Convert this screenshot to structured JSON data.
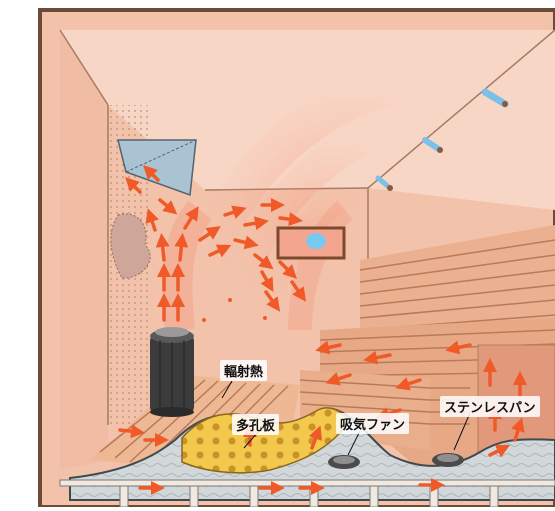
{
  "title_fragment": "",
  "labels": {
    "radiant_heat": "輻射熱",
    "perforated_board": "多孔板",
    "intake_fan": "吸気ファン",
    "stainless_pan": "ステンレスパン"
  },
  "icons": [
    "heater-stove-icon",
    "air-flow-arrow-icon",
    "intake-fan-icon",
    "vent-hood-icon",
    "window-icon"
  ],
  "colors": {
    "wall": "#f6cdb8",
    "arrow": "#f05a28",
    "wood": "#e9a87f",
    "perforated_board": "#f2c94c",
    "water": "#cfd4d6",
    "frame": "#7a4a2a"
  }
}
